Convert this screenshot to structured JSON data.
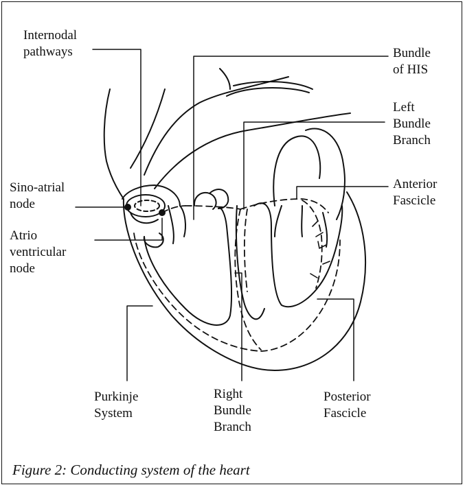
{
  "labels": {
    "internodal": [
      "Internodal",
      "pathways"
    ],
    "bundle_his": [
      "Bundle",
      "of HIS"
    ],
    "left_bundle": [
      "Left",
      "Bundle",
      "Branch"
    ],
    "sino_atrial": [
      "Sino-atrial",
      "node"
    ],
    "anterior": [
      "Anterior",
      "Fascicle"
    ],
    "atrio": [
      "Atrio",
      "ventricular",
      "node"
    ],
    "purkinje": [
      "Purkinje",
      "System"
    ],
    "right_bundle": [
      "Right",
      "Bundle",
      "Branch"
    ],
    "posterior": [
      "Posterior",
      "Fascicle"
    ]
  },
  "caption": "Figure 2: Conducting system of the heart"
}
